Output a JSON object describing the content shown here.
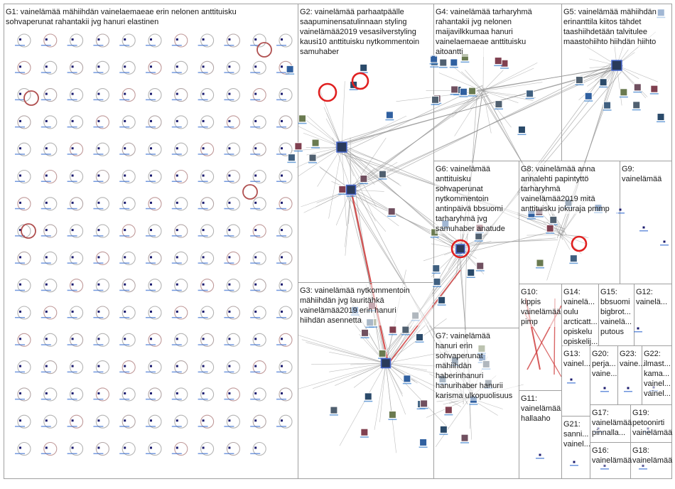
{
  "groups": [
    {
      "id": "G1",
      "lines": [
        "G1: vainelämää mähiihdän vainelaemaeae erin nelonen anttituisku",
        "sohvaperunat rahantakii jvg hanuri elastinen"
      ]
    },
    {
      "id": "G2",
      "lines": [
        "G2: vainelämää parhaatpäälle",
        "saapuminensatulinnaan styling",
        "vainelämää2019 vesasilverstyling",
        "kausi10 anttituisku nytkommentoin",
        "samuhaber"
      ]
    },
    {
      "id": "G3",
      "lines": [
        "G3: vainelämää nytkommentoin",
        "mähiihdän jvg lauritähkä",
        "vainelämää2019 erin hanuri",
        "hiihdän asennetta"
      ]
    },
    {
      "id": "G4",
      "lines": [
        "G4: vainelämää tarharyhmä",
        "rahantakii jvg nelonen",
        "maijavilkkumaa hanuri",
        "vainelaemaeae anttituisku",
        "aitoantti"
      ]
    },
    {
      "id": "G5",
      "lines": [
        "G5: vainelämää mähiihdän",
        "erinanttila kiitos tähdet",
        "taashiihdetään talvitulee",
        "maastohiihto hiihdän hiihto"
      ]
    },
    {
      "id": "G6",
      "lines": [
        "G6: vainelämää",
        "anttituisku",
        "sohvaperunat",
        "nytkommentoin",
        "antinpäivä bbsuomi",
        "tarharyhmä jvg",
        "samuhaber anatude"
      ]
    },
    {
      "id": "G7",
      "lines": [
        "G7: vainelämää",
        "hanuri erin",
        "sohvaperunat",
        "mähiihdän",
        "haberinhanuri",
        "hanurihaber hanurii",
        "karisma ulkopuolisuus"
      ]
    },
    {
      "id": "G8",
      "lines": [
        "G8: vainelämää anna",
        "annalehti papintyttö",
        "tarharyhmä",
        "vainelämää2019 mitä",
        "anttituisku jokuraja pmmp"
      ]
    },
    {
      "id": "G9",
      "lines": [
        "G9:",
        "vainelämää"
      ]
    },
    {
      "id": "G10",
      "lines": [
        "G10:",
        "kippis",
        "vainelämää",
        "pimp"
      ]
    },
    {
      "id": "G11",
      "lines": [
        "G11:",
        "vainelämää",
        "hallaaho"
      ]
    },
    {
      "id": "G12",
      "lines": [
        "G12:",
        "vainelä..."
      ]
    },
    {
      "id": "G13",
      "lines": [
        "G13:",
        "vainel..."
      ]
    },
    {
      "id": "G14",
      "lines": [
        "G14:",
        "vainelä...",
        "oulu",
        "arcticatt...",
        "opiskelu",
        "opiskelij..."
      ]
    },
    {
      "id": "G15",
      "lines": [
        "G15:",
        "bbsuomi",
        "bigbrot...",
        "vainelä...",
        "putous"
      ]
    },
    {
      "id": "G16",
      "lines": [
        "G16:",
        "vainelämää"
      ]
    },
    {
      "id": "G17",
      "lines": [
        "G17:",
        "vainelämää",
        "pinnalla..."
      ]
    },
    {
      "id": "G18",
      "lines": [
        "G18:",
        "vainelämää"
      ]
    },
    {
      "id": "G19",
      "lines": [
        "G19:",
        "petoonirti",
        "vainelämää"
      ]
    },
    {
      "id": "G20",
      "lines": [
        "G20:",
        "perja...",
        "vaine..."
      ]
    },
    {
      "id": "G21",
      "lines": [
        "G21:",
        "sanni...",
        "vainel..."
      ]
    },
    {
      "id": "G22",
      "lines": [
        "G22:",
        "ilmast...",
        "kama...",
        "vainel...",
        "vainel..."
      ]
    },
    {
      "id": "G23",
      "lines": [
        "G23:",
        "vaine..."
      ]
    }
  ],
  "colors": {
    "border": "#a0a0a0",
    "edge": "#8a8a8a",
    "edge_strong": "#d04040",
    "self_loop": "#a0a0a0",
    "self_loop_red": "#e02020",
    "node_dark": "#1a1a6e",
    "node_label": "#3a6fd0"
  }
}
